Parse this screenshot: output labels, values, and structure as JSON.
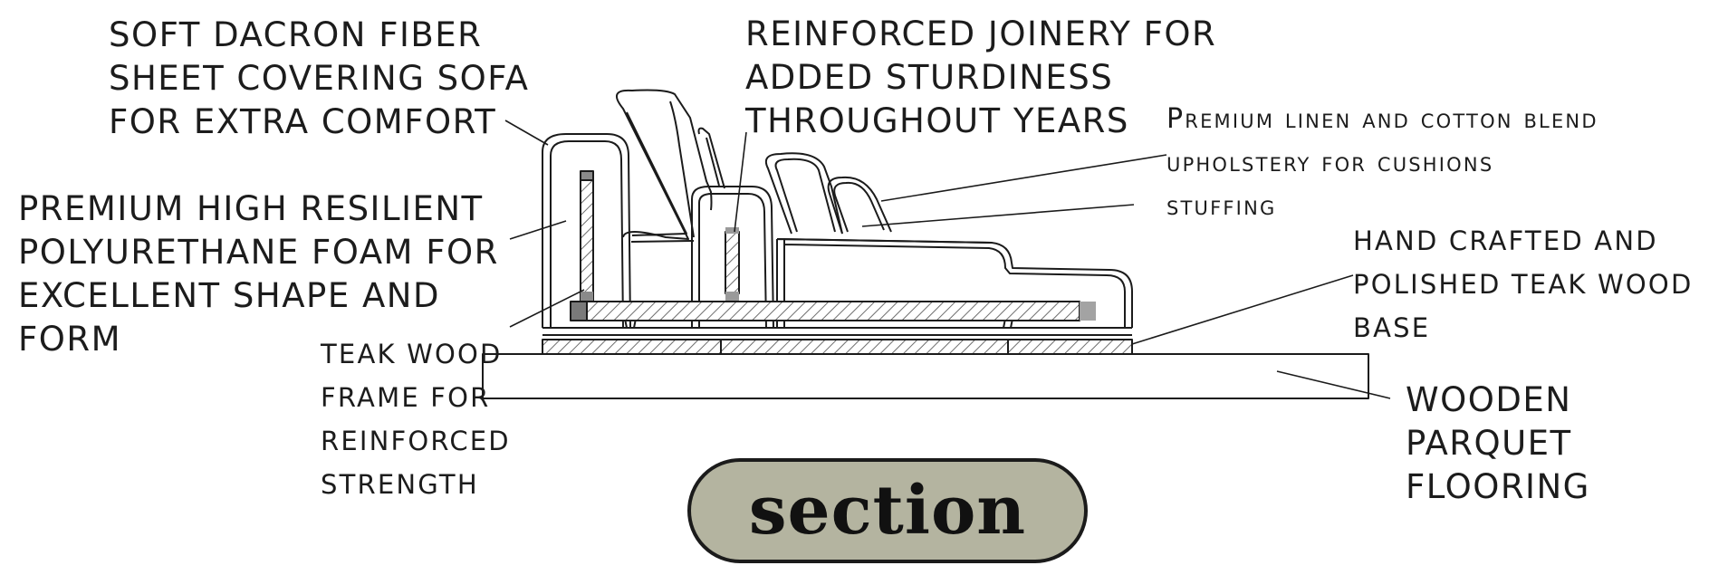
{
  "title": "section",
  "badge_color": "#b4b4a0",
  "line_color": "#1b1b1b",
  "hatch_color": "#6e6e6e",
  "callouts": [
    {
      "id": "dacron",
      "text": "SOFT DACRON FIBER\nSHEET COVERING SOFA\nFOR EXTRA COMFORT"
    },
    {
      "id": "joinery",
      "text": "REINFORCED JOINERY FOR\nADDED STURDINESS\nTHROUGHOUT YEARS"
    },
    {
      "id": "linen",
      "text": "Premium linen and cotton blend\nupholstery for cushions\nstuffing"
    },
    {
      "id": "foam",
      "text": "PREMIUM HIGH RESILIENT\nPOLYURETHANE FOAM FOR\nEXCELLENT SHAPE AND\nFORM"
    },
    {
      "id": "teak-base",
      "text": "HAND CRAFTED AND\nPOLISHED TEAK WOOD\nBASE"
    },
    {
      "id": "teak-frame",
      "text": "TEAK WOOD\nFRAME FOR\nREINFORCED\nSTRENGTH"
    },
    {
      "id": "parquet",
      "text": "WOODEN PARQUET\nFLOORING"
    }
  ]
}
